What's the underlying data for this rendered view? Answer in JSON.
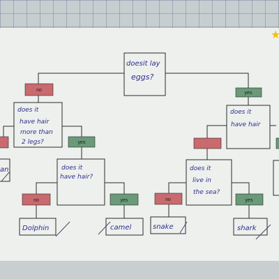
{
  "colors": {
    "no_tag": "#c96a6f",
    "yes_tag": "#6a9a78",
    "ink": "#2d2d8c",
    "star": "#f2c200"
  },
  "root": {
    "text": [
      "doesit lay",
      "eggs?"
    ]
  },
  "q_hair_left": {
    "text": [
      "does it",
      "have hair",
      "more than",
      "2 legs?"
    ]
  },
  "q_hair_right": {
    "text": [
      "does it",
      "have hair"
    ]
  },
  "q_hair_mid": {
    "text": [
      "does it",
      "have hair?"
    ]
  },
  "q_live_sea": {
    "text": [
      "does it",
      "live in",
      "the sea?"
    ]
  },
  "tags": {
    "no": "no",
    "yes": "yes"
  },
  "leaves": {
    "dolphin": "Dolphin",
    "camel": "camel",
    "snake": "snake",
    "shark": "shark",
    "left_edge": "an"
  },
  "icons": {
    "star": "star-icon"
  }
}
